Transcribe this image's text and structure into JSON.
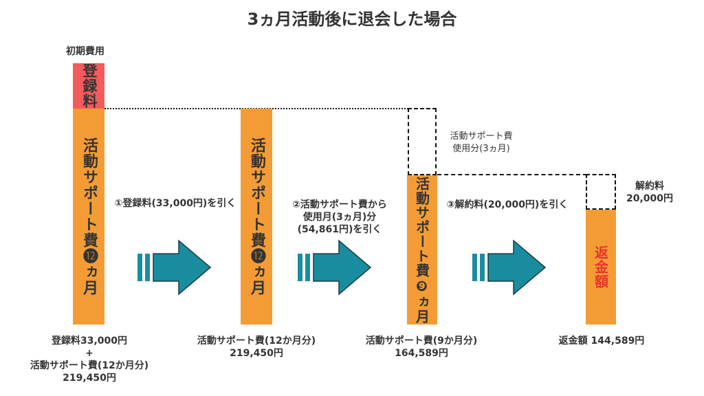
{
  "title": "3ヵ月活動後に退会した場合",
  "initial_cost_label": "初期費用",
  "bars": {
    "reg_fee_vertical": "登録料",
    "support_12_vertical": "活動サポート費⓬ヵ月",
    "support_9_vertical": "活動サポート費❾ヵ月",
    "refund_vertical": "返金額"
  },
  "steps": {
    "step1": "①登録料(33,000円)を引く",
    "step2_line1": "②活動サポート費から",
    "step2_line2": "使用月(3ヵ月)分",
    "step2_line3": "(54,861円)を引く",
    "step3": "③解約料(20,000円)を引く"
  },
  "annotations": {
    "used_line1": "活動サポート費",
    "used_line2": "使用分(3ヵ月)",
    "cancel_line1": "解約料",
    "cancel_line2": "20,000円"
  },
  "bottom": {
    "col1_line1": "登録料33,000円",
    "col1_plus": "+",
    "col1_line2": "活動サポート費(12か月分)",
    "col1_line3": "219,450円",
    "col2_line1": "活動サポート費(12か月分)",
    "col2_line2": "219,450円",
    "col3_line1": "活動サポート費(9か月分)",
    "col3_line2": "164,589円",
    "col4_line1": "返金額 144,589円"
  },
  "colors": {
    "orange": "#f39c35",
    "red": "#f45b5b",
    "arrow": "#1a8ca0",
    "refund_text": "#e8352f"
  }
}
